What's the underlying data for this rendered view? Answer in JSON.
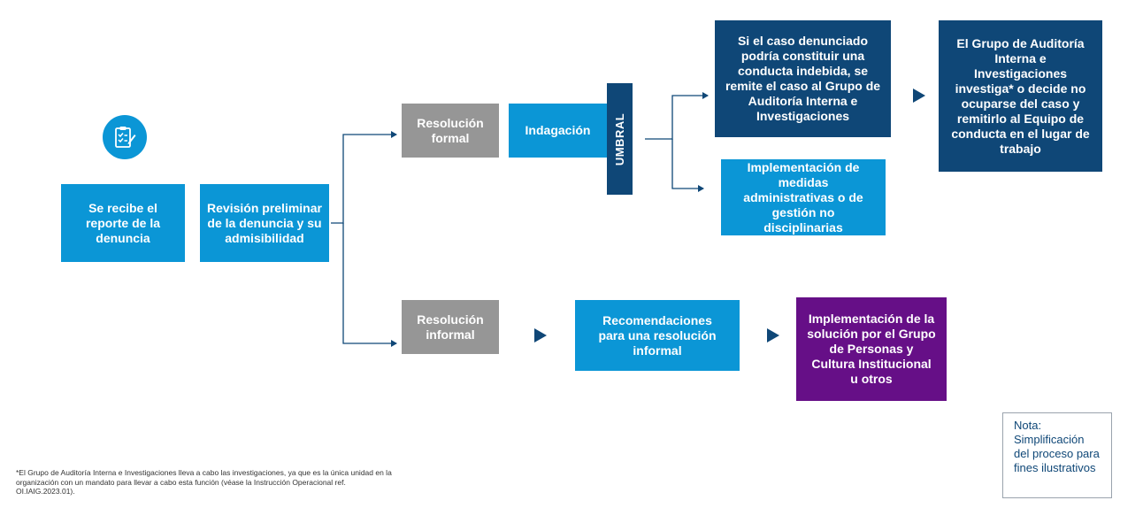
{
  "diagram": {
    "steps": {
      "received": "Se recibe el reporte de la denuncia",
      "preliminary": "Revisión preliminar de la denuncia y su admisibilidad",
      "formal": "Resolución formal",
      "informal": "Resolución informal",
      "inquiry": "Indagación",
      "threshold": "UMBRAL",
      "referral": "Si el caso denunciado podría constituir una conducta indebida, se remite el caso al Grupo de Auditoría Interna e Investigaciones",
      "audit_group": "El Grupo de Auditoría Interna e Investigaciones investiga* o decide no ocuparse del caso y remitirlo al Equipo de conducta en el lugar de trabajo",
      "admin_measures": "Implementación de medidas administrativas o de gestión no disciplinarias",
      "recommendations": "Recomendaciones para una resolución informal",
      "implementation": "Implementación de la solución por el Grupo de Personas y Cultura Institucional u otros"
    },
    "note": "Nota: Simplificación del proceso para fines ilustrativos",
    "footnote": "*El Grupo de Auditoría Interna e Investigaciones lleva a cabo las investigaciones, ya que es la única unidad en la organización con un mandato para llevar a cabo esta función (véase la Instrucción Operacional ref. OI.IAIG.2023.01).",
    "icon": "checklist-clipboard-icon",
    "colors": {
      "light_blue": "#0b96d6",
      "navy": "#0f4777",
      "gray": "#969696",
      "purple": "#660f87"
    }
  }
}
